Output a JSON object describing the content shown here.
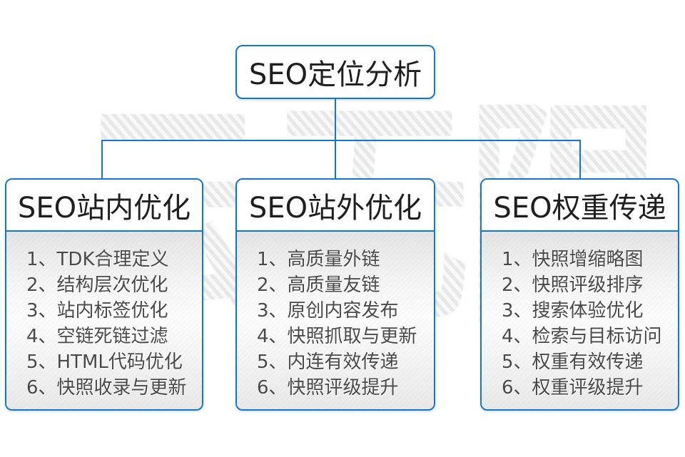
{
  "diagram": {
    "watermark": "云无限",
    "root": {
      "label": "SEO定位分析"
    },
    "columns": [
      {
        "title": "SEO站内优化",
        "items": [
          "1、TDK合理定义",
          "2、结构层次优化",
          "3、站内标签优化",
          "4、空链死链过滤",
          "5、HTML代码优化",
          "6、快照收录与更新"
        ]
      },
      {
        "title": "SEO站外优化",
        "items": [
          "1、高质量外链",
          "2、高质量友链",
          "3、原创内容发布",
          "4、快照抓取与更新",
          "5、内连有效传递",
          "6、快照评级提升"
        ]
      },
      {
        "title": "SEO权重传递",
        "items": [
          "1、快照增缩略图",
          "2、快照评级排序",
          "3、搜索体验优化",
          "4、检索与目标访问",
          "5、权重有效传递",
          "6、权重评级提升"
        ]
      }
    ],
    "colors": {
      "accent": "#1378cc",
      "header_text": "#1f1f1f",
      "list_text": "#4a4a4a",
      "watermark_gray": "#e8e8e8"
    }
  }
}
